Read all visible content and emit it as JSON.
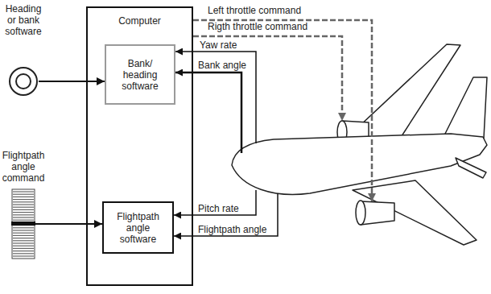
{
  "diagram": {
    "nodes": [
      {
        "text": [
          "Heading or bank software"
        ]
      },
      {
        "text": [
          "Computer"
        ]
      },
      {
        "text": [
          "Bank/ heading software"
        ],
        "in": 1
      },
      {
        "text": [
          "Flightpath angle command"
        ]
      },
      {
        "text": [
          "Flightpath angle software"
        ],
        "in": 1
      }
    ],
    "edges": [
      {
        "from": 0,
        "to": 2,
        "arrow": "to"
      },
      {
        "from": 3,
        "to": 4,
        "arrow": "to"
      }
    ],
    "labels": [
      "Left throttle command",
      "Rigth throttle command",
      "Yaw rate",
      "Bank angle",
      "Pitch rate",
      "Flightpath angle"
    ]
  }
}
